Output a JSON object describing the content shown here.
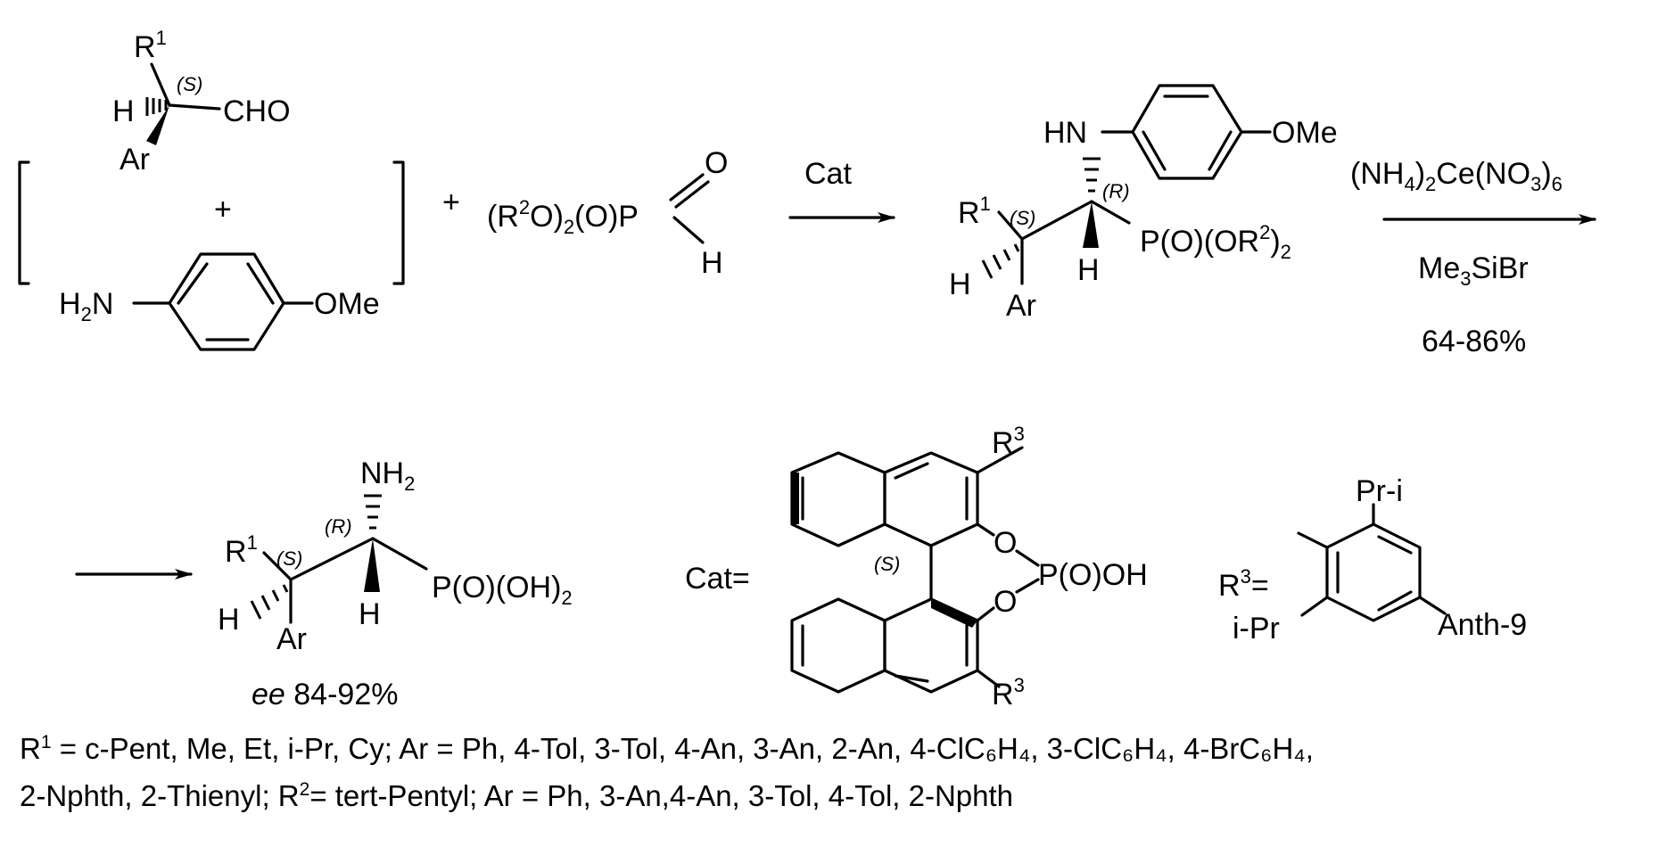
{
  "reactants": {
    "aldehyde": {
      "r1": "R",
      "r1_sup": "1",
      "h": "H",
      "cho": "CHO",
      "ar": "Ar",
      "stereo": "(S)"
    },
    "plus_inner": "+",
    "aniline": {
      "h2n": "H",
      "h2n_sub": "2",
      "n": "N",
      "ome": "OMe"
    },
    "plus_outer": "+",
    "phosphite": {
      "pre": "(R",
      "sup": "2",
      "mid": "O)",
      "sub": "2",
      "post": "(O)P",
      "o": "O",
      "h": "H"
    }
  },
  "arrow1": {
    "label": "Cat"
  },
  "intermediate": {
    "hn": "HN",
    "ome": "OMe",
    "r1": "R",
    "r1_sup": "1",
    "stereo_s": "(S)",
    "stereo_r": "(R)",
    "p_pre": "P(O)(OR",
    "p_sup": "2",
    "p_mid": ")",
    "p_sub": "2",
    "h_left": "H",
    "h_bottom": "H",
    "ar": "Ar"
  },
  "arrow2": {
    "reagent1": {
      "a": "(NH",
      "a_sub": "4",
      "b": ")",
      "b_sub": "2",
      "c": "Ce(NO",
      "c_sub": "3",
      "d": ")",
      "d_sub": "6"
    },
    "reagent2": {
      "a": "Me",
      "a_sub": "3",
      "b": "SiBr"
    },
    "yield": "64-86%"
  },
  "product": {
    "nh2": "NH",
    "nh2_sub": "2",
    "r1": "R",
    "r1_sup": "1",
    "stereo_s": "(S)",
    "stereo_r": "(R)",
    "p_pre": "P(O)(OH)",
    "p_sub": "2",
    "h_left": "H",
    "h_bottom": "H",
    "ar": "Ar",
    "ee_label": "ee",
    "ee_value": " 84-92%"
  },
  "catalyst": {
    "label": "Cat=",
    "r3": "R",
    "r3_sup": "3",
    "o": "O",
    "poh": "P(O)OH",
    "stereo": "(S)"
  },
  "r3_group": {
    "label": "R",
    "label_sup": "3",
    "eq": "=",
    "pri": "Pr-i",
    "ipr": "i-Pr",
    "anth": "Anth-9"
  },
  "footnote": {
    "line1_r": "R",
    "line1_sup": "1",
    "line1_text": " = c-Pent, Me, Et, i-Pr, Cy; Ar = Ph, 4-Tol, 3-Tol, 4-An, 3-An, 2-An, 4-ClC₆H₄, 3-ClC₆H₄, 4-BrC₆H₄,",
    "line2_a": "2-Nphth, 2-Thienyl; R",
    "line2_sup": "2",
    "line2_b": "= tert-Pentyl; Ar = Ph, 3-An,4-An, 3-Tol, 4-Tol, 2-Nphth"
  }
}
